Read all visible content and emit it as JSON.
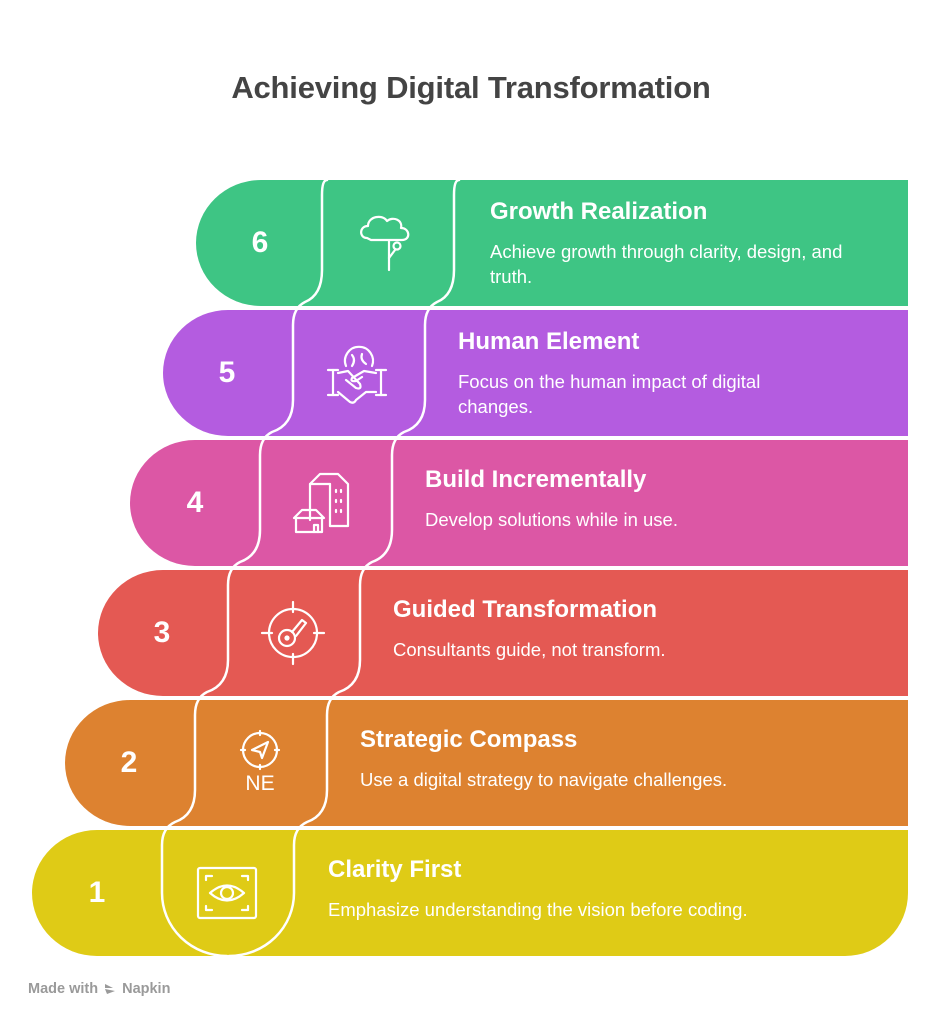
{
  "title": "Achieving Digital Transformation",
  "steps": [
    {
      "number": "1",
      "heading": "Clarity First",
      "description": "Emphasize understanding the vision before coding.",
      "icon": "eye-scan-icon",
      "color": "#DFCB16"
    },
    {
      "number": "2",
      "heading": "Strategic Compass",
      "description": "Use a digital strategy to navigate challenges.",
      "icon": "compass-icon",
      "icon_label": "NE",
      "color": "#DD8230"
    },
    {
      "number": "3",
      "heading": "Guided Transformation",
      "description": "Consultants guide, not transform.",
      "icon": "target-key-icon",
      "color": "#E45953"
    },
    {
      "number": "4",
      "heading": "Build Incrementally",
      "description": "Develop solutions while in use.",
      "icon": "buildings-icon",
      "color": "#DC57A5"
    },
    {
      "number": "5",
      "heading": "Human Element",
      "description": "Focus on the human impact of digital changes.",
      "icon": "handshake-globe-icon",
      "color": "#B45CE0"
    },
    {
      "number": "6",
      "heading": "Growth Realization",
      "description": "Achieve growth through clarity, design, and truth.",
      "icon": "tree-icon",
      "color": "#3EC584"
    }
  ],
  "footer": {
    "made_with": "Made with",
    "brand": "Napkin"
  }
}
